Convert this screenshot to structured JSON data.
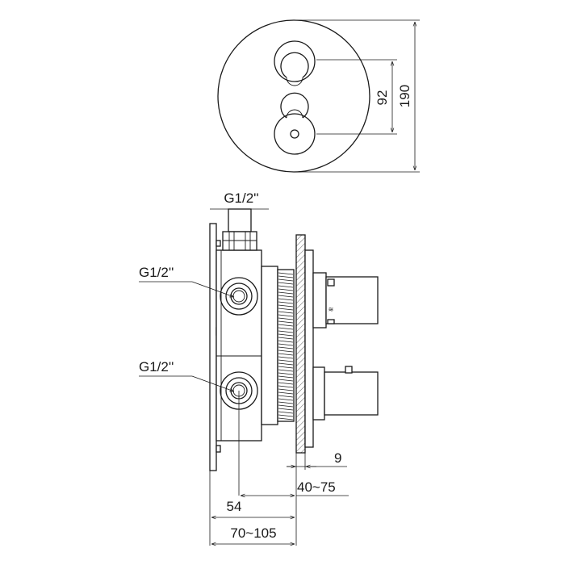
{
  "front_view": {
    "dim_height_total": "190",
    "dim_spacing": "92"
  },
  "side_view": {
    "thread_top": "G1/2''",
    "thread_upper": "G1/2''",
    "thread_lower": "G1/2''",
    "dim_plate": "9",
    "dim_depth_range": "40~75",
    "dim_center": "54",
    "dim_total_range": "70~105"
  }
}
